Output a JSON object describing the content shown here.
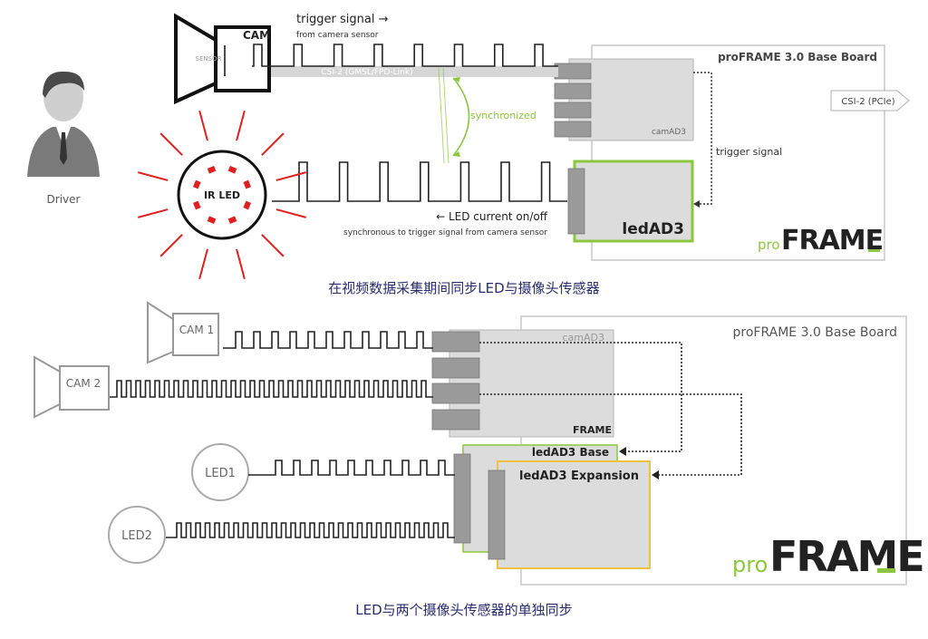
{
  "top": {
    "cam_label": "CAM",
    "sensor_label": "SENSOR",
    "driver_label": "Driver",
    "ir_led_label": "IR LED",
    "trigger_title": "trigger signal →",
    "trigger_sub": "from camera sensor",
    "csi_link_label": "CSI-2 (GMSL/FPD-Link)",
    "synchronized_label": "synchronized",
    "led_current_label": "← LED current on/off",
    "led_current_sub": "synchronous to trigger signal from camera sensor",
    "baseboard_title": "proFRAME 3.0 Base Board",
    "csi_out_label": "CSI-2 (PCIe)",
    "camad3_label": "camAD3",
    "trigger_signal_label": "trigger signal",
    "ledad3_label": "ledAD3",
    "logo_pro": "pro",
    "logo_frame": "FRAME"
  },
  "caption1": "在视频数据采集期间同步LED与摄像头传感器",
  "bottom": {
    "cam1_label": "CAM 1",
    "cam2_label": "CAM 2",
    "led1_label": "LED1",
    "led2_label": "LED2",
    "baseboard_title": "proFRAME 3.0 Base Board",
    "camad3_label": "camAD3",
    "mini_logo": "FRAME",
    "ledad3_base_label": "ledAD3 Base",
    "ledad3_exp_label": "ledAD3 Expansion",
    "logo_pro": "pro",
    "logo_frame": "FRAME"
  },
  "caption2": "LED与两个摄像头传感器的单独同步",
  "colors": {
    "green": "#8cc63f",
    "yellow": "#f0c040",
    "red": "#e02020",
    "caption": "#2a2d6e",
    "box_gray": "#dcdcdc",
    "connector": "#9a9a9a"
  }
}
